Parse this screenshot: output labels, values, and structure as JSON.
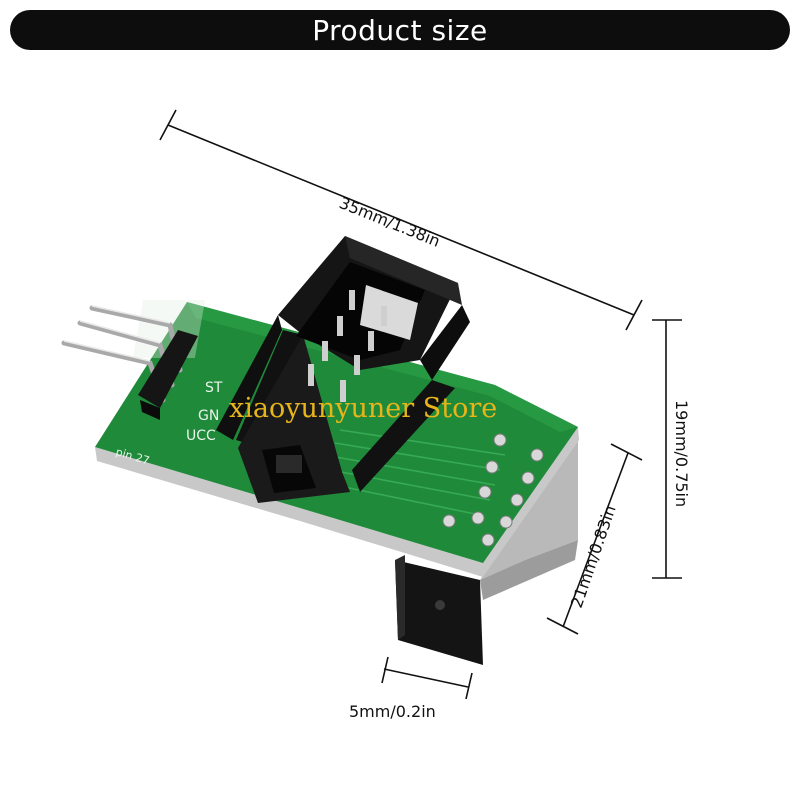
{
  "header": {
    "title": "Product size"
  },
  "dimensions": {
    "length": "35mm/1.38in",
    "height": "19mm/0.75in",
    "depth": "21mm/0.83in",
    "slot": "5mm/0.2in"
  },
  "board_silkscreen": {
    "pins": [
      "ST",
      "GN",
      "UCC"
    ],
    "pin_note": "pin 27"
  },
  "watermark": "xiaoyunyuner Store",
  "colors": {
    "title_bar": "#0d0d0d",
    "pcb_green": "#1f8a3a",
    "watermark": "#e7b51a",
    "connector": "#151515"
  }
}
